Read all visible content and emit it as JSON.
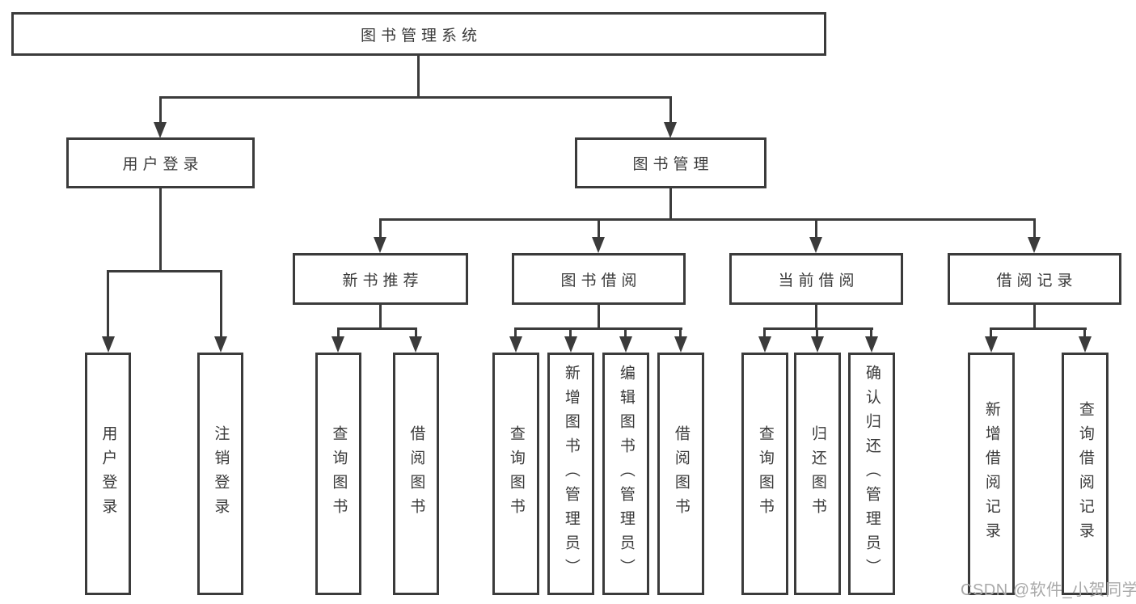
{
  "diagram": {
    "title": "图书管理系统",
    "root": {
      "label": "图书管理系统"
    },
    "branches": [
      {
        "label": "用户登录",
        "children": [
          {
            "label": "用户登录"
          },
          {
            "label": "注销登录"
          }
        ]
      },
      {
        "label": "图书管理",
        "children": [
          {
            "label": "新书推荐",
            "children": [
              {
                "label": "查询图书"
              },
              {
                "label": "借阅图书"
              }
            ]
          },
          {
            "label": "图书借阅",
            "children": [
              {
                "label": "查询图书"
              },
              {
                "label": "新增图书（管理员）"
              },
              {
                "label": "编辑图书（管理员）"
              },
              {
                "label": "借阅图书"
              }
            ]
          },
          {
            "label": "当前借阅",
            "children": [
              {
                "label": "查询图书"
              },
              {
                "label": "归还图书"
              },
              {
                "label": "确认归还（管理员）"
              }
            ]
          },
          {
            "label": "借阅记录",
            "children": [
              {
                "label": "新增借阅记录"
              },
              {
                "label": "查询借阅记录"
              }
            ]
          }
        ]
      }
    ]
  },
  "watermark": {
    "text": "CSDN @软件_小贺同学"
  },
  "colors": {
    "background": "#ffffff",
    "line": "#3b3b3b",
    "box_border": "#3b3b3b",
    "text": "#3a3a3a",
    "watermark": "#a9a9a9"
  }
}
